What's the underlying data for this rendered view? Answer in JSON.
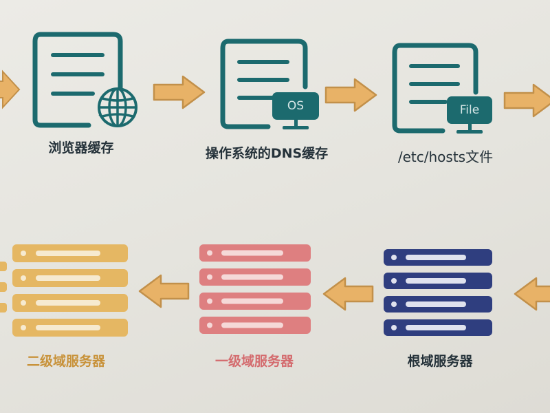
{
  "top_row": [
    {
      "label": "浏览器缓存",
      "badge": ""
    },
    {
      "label": "操作系统的DNS缓存",
      "badge": "OS"
    },
    {
      "label": "/etc/hosts文件",
      "badge": "File"
    }
  ],
  "bottom_row": [
    {
      "label": "二级域服务器"
    },
    {
      "label": "一级域服务器"
    },
    {
      "label": "根域服务器"
    }
  ],
  "colors": {
    "teal": "#1c6a6e",
    "arrow_fill": "#e8b267",
    "arrow_stroke": "#c2904a",
    "secondary_server": "#e5b763",
    "primary_server": "#de7f80",
    "root_server": "#2f3e7f"
  },
  "icons": [
    "document-icon",
    "globe-icon",
    "monitor-icon"
  ]
}
